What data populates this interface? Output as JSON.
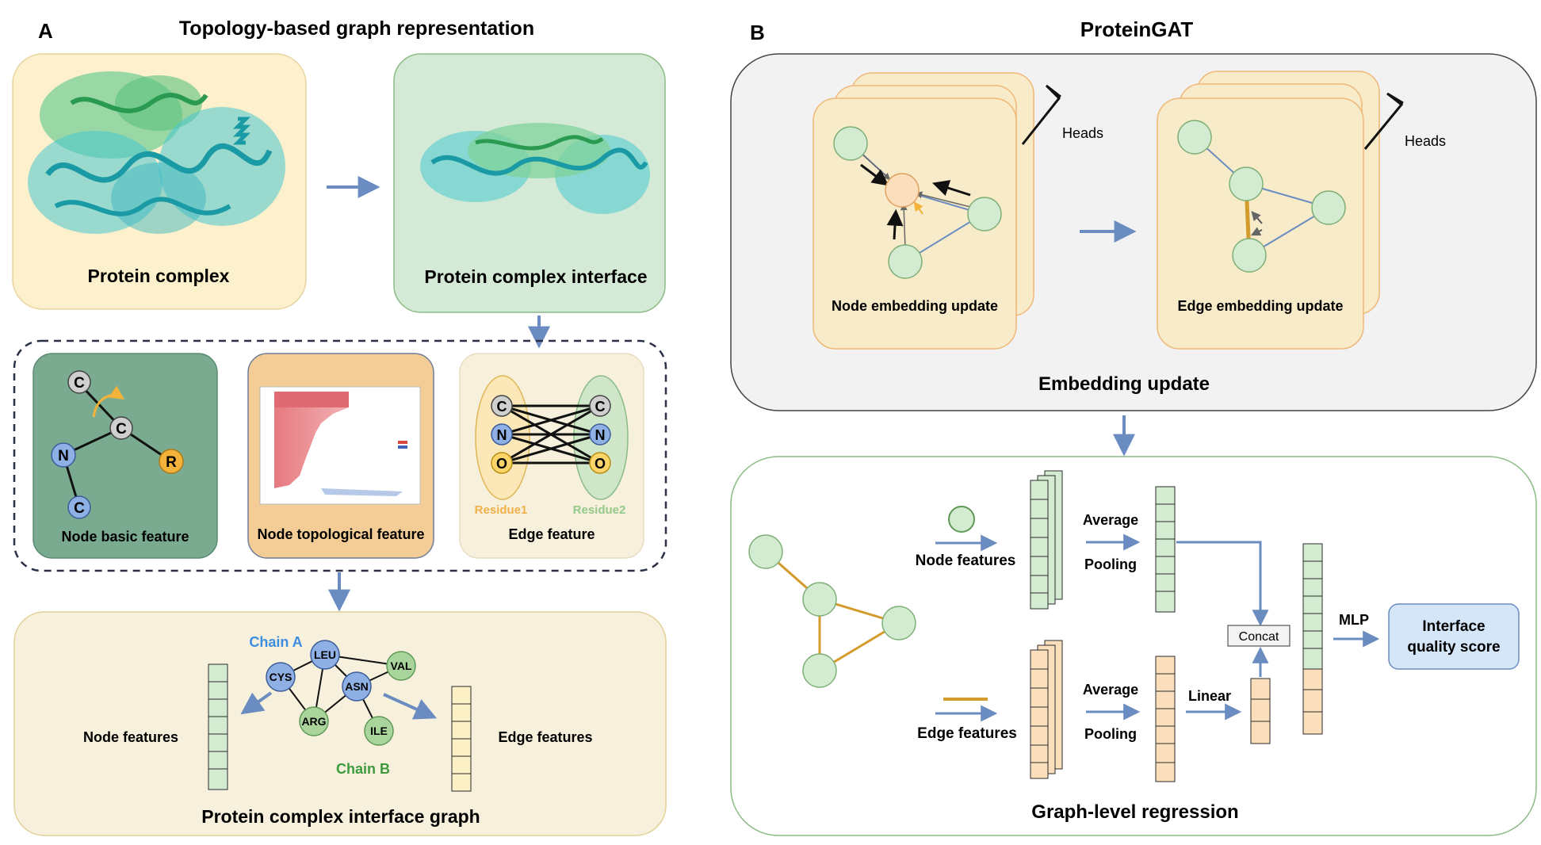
{
  "panel_a": {
    "letter": "A",
    "title": "Topology-based graph representation",
    "protein_complex_label": "Protein complex",
    "interface_label": "Protein complex interface",
    "node_basic_label": "Node basic feature",
    "node_topo_label": "Node topological feature",
    "edge_feature_label": "Edge feature",
    "residue1": "Residue1",
    "residue2": "Residue2",
    "atoms": {
      "c": "C",
      "n": "N",
      "o": "O",
      "r": "R"
    },
    "chain_a": "Chain A",
    "chain_b": "Chain B",
    "residues": {
      "leu": "LEU",
      "val": "VAL",
      "cys": "CYS",
      "asn": "ASN",
      "arg": "ARG",
      "ile": "ILE"
    },
    "node_features": "Node features",
    "edge_features": "Edge features",
    "graph_title": "Protein complex interface graph"
  },
  "panel_b": {
    "letter": "B",
    "title": "ProteinGAT",
    "heads": "Heads",
    "node_update": "Node  embedding update",
    "edge_update": "Edge  embedding update",
    "embedding_update": "Embedding update",
    "node_features": "Node features",
    "edge_features": "Edge features",
    "average": "Average",
    "pooling": "Pooling",
    "linear": "Linear",
    "concat": "Concat",
    "mlp": "MLP",
    "score_line1": "Interface",
    "score_line2": "quality score",
    "regression": "Graph-level regression"
  },
  "colors": {
    "yellow_panel": "#fdf0cc",
    "green_panel": "#d5ead6",
    "teal_panel": "#7aab90",
    "orange_panel": "#f3cc96",
    "cream_panel": "#f6f0dc",
    "node_green": "#d3ebd0",
    "node_blue": "#8fb0e4",
    "arrow_blue": "#6a8cc0",
    "edge_orange": "#d39a2c",
    "score_box": "#d4e6f7"
  }
}
